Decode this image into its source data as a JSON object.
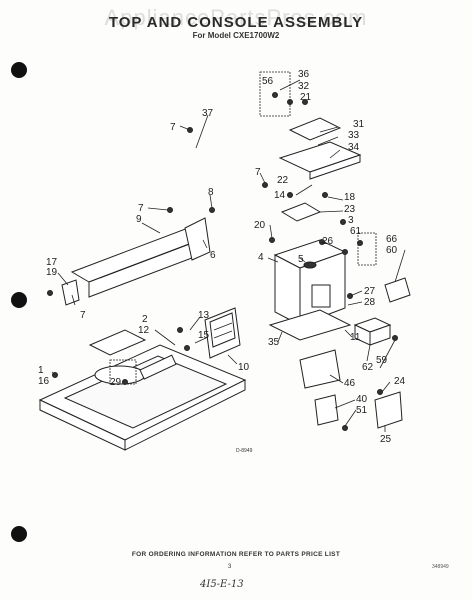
{
  "header": {
    "title": "TOP AND CONSOLE ASSEMBLY",
    "subtitle": "For Model CXE1700W2",
    "watermark": "AppliancePartsPros.com"
  },
  "diagram_id": "D-8949",
  "callouts": [
    "56",
    "36",
    "32",
    "21",
    "37",
    "7",
    "31",
    "33",
    "34",
    "7",
    "22",
    "18",
    "8",
    "14",
    "23",
    "7",
    "3",
    "9",
    "20",
    "61",
    "66",
    "26",
    "60",
    "4",
    "5",
    "17",
    "19",
    "6",
    "7",
    "27",
    "28",
    "2",
    "13",
    "12",
    "15",
    "11",
    "35",
    "10",
    "1",
    "16",
    "29",
    "62",
    "59",
    "46",
    "24",
    "40",
    "51",
    "25"
  ],
  "footer": {
    "ordering_note": "FOR ORDERING INFORMATION REFER TO PARTS PRICE LIST",
    "page_number": "3",
    "doc_number": "348949",
    "handwritten_note": "4I5-E-13"
  }
}
